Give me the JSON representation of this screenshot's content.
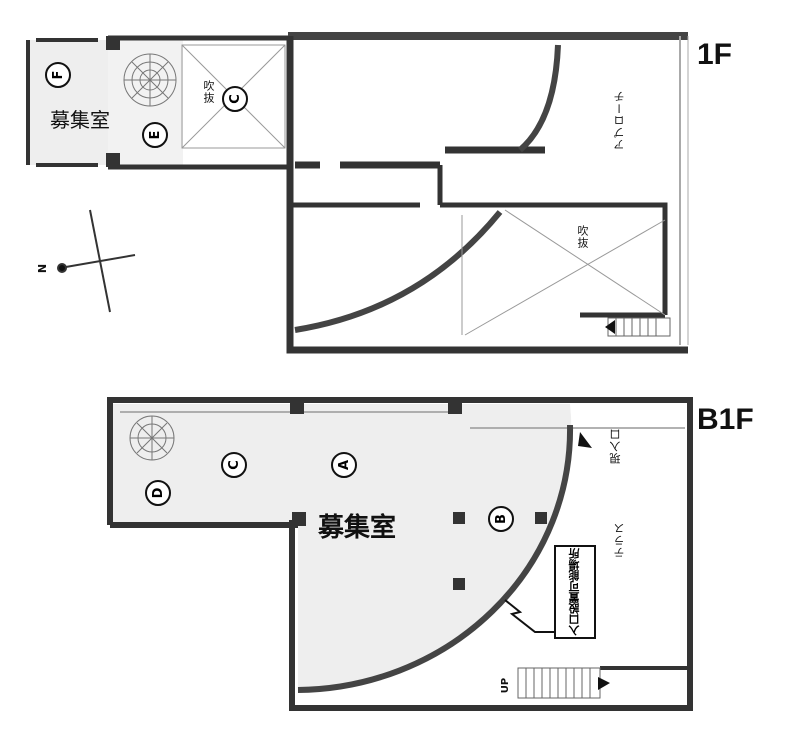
{
  "floors": {
    "first": "1F",
    "basement": "B1F"
  },
  "rooms": {
    "recruit_1f": "募集室",
    "recruit_b1f": "募集室",
    "void": "吹抜",
    "approach": "アプローチ",
    "terrace": "テラス",
    "current_entrance": "現入口",
    "entrance_note": "入口設置可能場所",
    "up": "UP",
    "north": "N"
  },
  "markers": {
    "a": "A",
    "b": "B",
    "c": "C",
    "d": "D",
    "e": "E",
    "f": "F",
    "c_1f": "C"
  },
  "colors": {
    "wall": "#333333",
    "room_fill": "#eeeeee",
    "line": "#999999"
  }
}
